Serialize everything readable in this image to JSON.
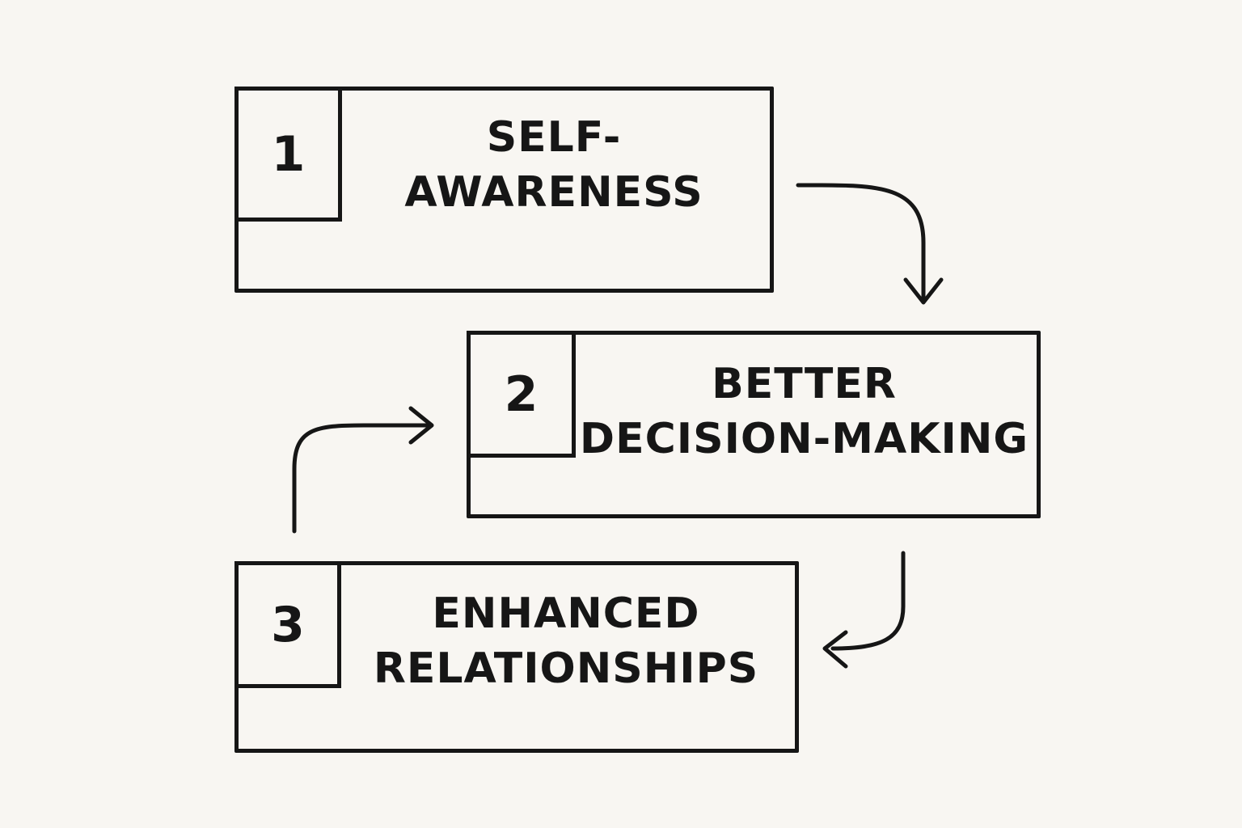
{
  "steps": [
    {
      "number": "1",
      "lines": [
        "SELF-",
        "AWARENESS"
      ]
    },
    {
      "number": "2",
      "lines": [
        "BETTER",
        "DECISION-MAKING"
      ]
    },
    {
      "number": "3",
      "lines": [
        "ENHANCED",
        "RELATIONSHIPS"
      ]
    }
  ],
  "colors": {
    "background": "#f8f6f2",
    "ink": "#161616"
  }
}
